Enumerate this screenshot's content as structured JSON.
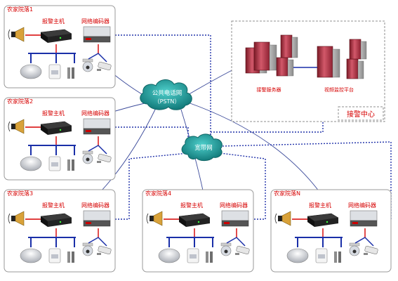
{
  "farm_labels": [
    "农家院落1",
    "农家院落2",
    "农家院落3",
    "农家院落4",
    "农家院落N"
  ],
  "alarm_host_label": "报警主机",
  "encoder_label": "网络编码器",
  "pstn_label": "公共电话网",
  "pstn_sublabel": "（PSTN）",
  "broadband_label": "宽带网",
  "alarm_server_label": "接警服务器",
  "video_platform_label": "视频监控平台",
  "center_label": "接警中心",
  "colors": {
    "frame": "#9a9a9a",
    "red_text": "#d60000",
    "blue_line": "#1a2fa8",
    "dotted_line": "#2233aa",
    "cloud": "#1e9a9a",
    "server": "#b83a4a"
  }
}
